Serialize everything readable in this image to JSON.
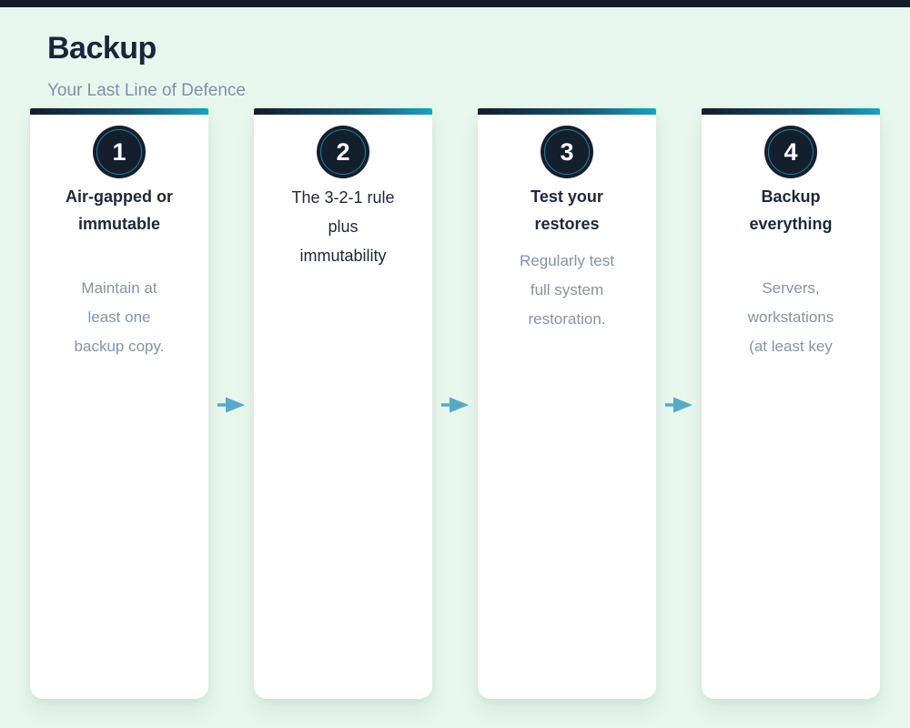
{
  "page": {
    "title": "Backup",
    "subtitle": "Your Last Line of Defence"
  },
  "colors": {
    "background": "#e8f7ee",
    "top_strip": "#141c2c",
    "card_bar_gradient_start": "#141c2c",
    "card_bar_gradient_end": "#17a3c8",
    "card_background": "#ffffff",
    "circle_fill": "#141f2d",
    "circle_ring": "#2d7c9b",
    "heading_text": "#1b2539",
    "card_title_text": "#20293a",
    "muted_text": "#8793a5",
    "arrow": "#55aac7"
  },
  "icons": {
    "arrow_right": "right-pointing triangle with tail"
  },
  "steps": [
    {
      "number": "1",
      "title": [
        "Air-gapped or",
        "immutable"
      ],
      "description": [
        "Maintain at",
        "least one",
        "backup copy."
      ]
    },
    {
      "number": "2",
      "title": [
        "The 3-2-1 rule",
        "plus",
        "immutability"
      ],
      "description": []
    },
    {
      "number": "3",
      "title": [
        "Test your",
        "restores"
      ],
      "description": [
        "Regularly test",
        "full system",
        "restoration."
      ]
    },
    {
      "number": "4",
      "title": [
        "Backup",
        "everything"
      ],
      "description": [
        "Servers,",
        "workstations",
        "(at least key"
      ]
    }
  ]
}
